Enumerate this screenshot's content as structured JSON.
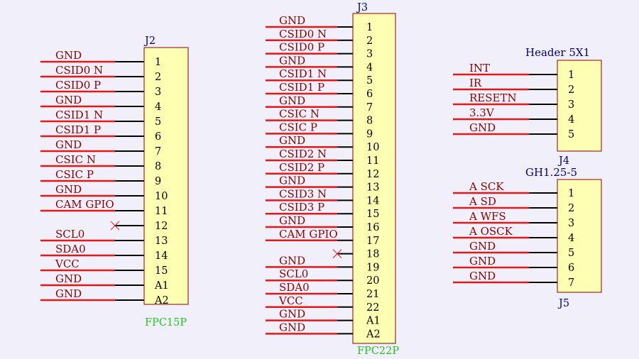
{
  "colors": {
    "background": "#f1f0fa",
    "wire": "#e31818",
    "pin": "#000000",
    "body_fill": "#ffffb4",
    "body_stroke": "#8b0000",
    "net_label": "#8b0000",
    "ref_label": "#000080",
    "value_label_fpc": "#22c322",
    "no_connect": "#e31818"
  },
  "components": [
    {
      "id": "J2",
      "ref": "J2",
      "value": "FPC15P",
      "pins": [
        {
          "num": "1",
          "net": "GND"
        },
        {
          "num": "2",
          "net": "CSID0_N"
        },
        {
          "num": "3",
          "net": "CSID0_P"
        },
        {
          "num": "4",
          "net": "GND"
        },
        {
          "num": "5",
          "net": "CSID1_N"
        },
        {
          "num": "6",
          "net": "CSID1_P"
        },
        {
          "num": "7",
          "net": "GND"
        },
        {
          "num": "8",
          "net": "CSIC_N"
        },
        {
          "num": "9",
          "net": "CSIC_P"
        },
        {
          "num": "10",
          "net": "GND"
        },
        {
          "num": "11",
          "net": "CAM_GPIO"
        },
        {
          "num": "12",
          "net": "",
          "nc": true
        },
        {
          "num": "13",
          "net": "SCL0"
        },
        {
          "num": "14",
          "net": "SDA0"
        },
        {
          "num": "15",
          "net": "VCC"
        },
        {
          "num": "A1",
          "net": "GND"
        },
        {
          "num": "A2",
          "net": "GND"
        }
      ]
    },
    {
      "id": "J3",
      "ref": "J3",
      "value": "FPC22P",
      "pins": [
        {
          "num": "1",
          "net": "GND"
        },
        {
          "num": "2",
          "net": "CSID0_N"
        },
        {
          "num": "3",
          "net": "CSID0_P"
        },
        {
          "num": "4",
          "net": "GND"
        },
        {
          "num": "5",
          "net": "CSID1_N"
        },
        {
          "num": "6",
          "net": "CSID1_P"
        },
        {
          "num": "7",
          "net": "GND"
        },
        {
          "num": "8",
          "net": "CSIC_N"
        },
        {
          "num": "9",
          "net": "CSIC_P"
        },
        {
          "num": "10",
          "net": "GND"
        },
        {
          "num": "11",
          "net": "CSID2_N"
        },
        {
          "num": "12",
          "net": "CSID2_P"
        },
        {
          "num": "13",
          "net": "GND"
        },
        {
          "num": "14",
          "net": "CSID3_N"
        },
        {
          "num": "15",
          "net": "CSID3_P"
        },
        {
          "num": "16",
          "net": "GND"
        },
        {
          "num": "17",
          "net": "CAM_GPIO"
        },
        {
          "num": "18",
          "net": "",
          "nc": true
        },
        {
          "num": "19",
          "net": "GND"
        },
        {
          "num": "20",
          "net": "SCL0"
        },
        {
          "num": "21",
          "net": "SDA0"
        },
        {
          "num": "22",
          "net": "VCC"
        },
        {
          "num": "A1",
          "net": "GND"
        },
        {
          "num": "A2",
          "net": "GND"
        }
      ]
    },
    {
      "id": "J4",
      "ref": "J4",
      "value": "Header 5X1",
      "pins": [
        {
          "num": "1",
          "net": "INT"
        },
        {
          "num": "2",
          "net": "IR"
        },
        {
          "num": "3",
          "net": "RESETN"
        },
        {
          "num": "4",
          "net": "3.3V"
        },
        {
          "num": "5",
          "net": "GND"
        }
      ]
    },
    {
      "id": "J5",
      "ref": "J5",
      "value": "GH1.25-5",
      "pins": [
        {
          "num": "1",
          "net": "A_SCK"
        },
        {
          "num": "2",
          "net": "A_SD"
        },
        {
          "num": "3",
          "net": "A_WFS"
        },
        {
          "num": "4",
          "net": "A_OSCK"
        },
        {
          "num": "5",
          "net": "GND"
        },
        {
          "num": "6",
          "net": "GND"
        },
        {
          "num": "7",
          "net": "GND"
        }
      ]
    }
  ]
}
